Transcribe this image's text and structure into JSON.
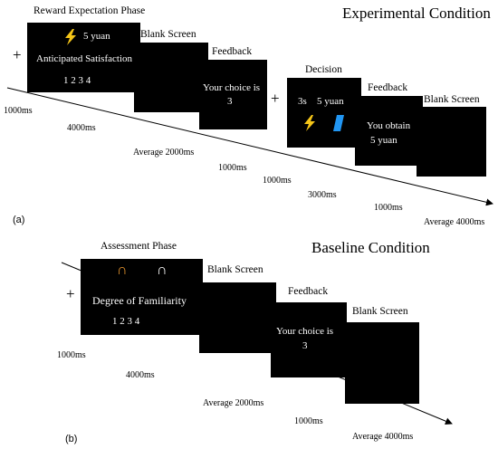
{
  "panel_a": {
    "letter": "(a)",
    "title": "Experimental Condition",
    "fixation": "+",
    "second_fixation": "+",
    "phase_label": "Reward Expectation Phase",
    "reward_screen": {
      "amount": "5 yuan",
      "question": "Anticipated Satisfaction",
      "scale": "1 2 3 4",
      "icon": "lightning-bolt-icon"
    },
    "blank_label_1": "Blank Screen",
    "feedback_label_1": "Feedback",
    "feedback_screen_1": {
      "line1": "Your choice is",
      "line2": "3"
    },
    "decision_label": "Decision",
    "decision_screen": {
      "timer": "3s",
      "amount": "5 yuan",
      "left_icon": "lightning-bolt-icon",
      "right_icon": "blue-bar-icon"
    },
    "feedback_label_2": "Feedback",
    "feedback_screen_2": {
      "line1": "You obtain",
      "line2": "5 yuan"
    },
    "blank_label_2": "Blank Screen",
    "timings": [
      "1000ms",
      "4000ms",
      "Average 2000ms",
      "1000ms",
      "1000ms",
      "3000ms",
      "1000ms",
      "Average 4000ms"
    ]
  },
  "panel_b": {
    "letter": "(b)",
    "title": "Baseline Condition",
    "fixation": "+",
    "phase_label": "Assessment Phase",
    "assess_screen": {
      "question": "Degree of Familiarity",
      "scale": "1 2 3 4",
      "left_symbol": "∩",
      "right_symbol": "∩"
    },
    "blank_label_1": "Blank Screen",
    "feedback_label": "Feedback",
    "feedback_screen": {
      "line1": "Your choice is",
      "line2": "3"
    },
    "blank_label_2": "Blank Screen",
    "timings": [
      "1000ms",
      "4000ms",
      "Average 2000ms",
      "1000ms",
      "Average 4000ms"
    ]
  },
  "colors": {
    "screen": "#000000",
    "bolt": "#f5c518",
    "blue_bar": "#2196f3",
    "orange_symbol": "#e8952e",
    "line": "#000000"
  }
}
